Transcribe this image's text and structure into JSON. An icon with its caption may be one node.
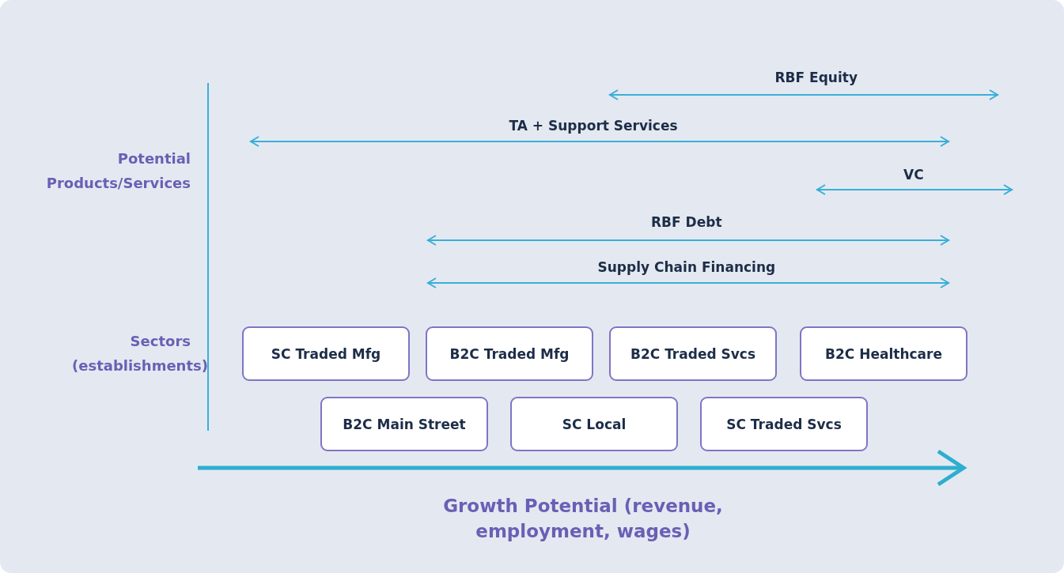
{
  "diagram": {
    "nodes": [
      {
        "text": [
          "SC Traded Mfg"
        ]
      },
      {
        "text": [
          "B2C Traded Mfg"
        ]
      },
      {
        "text": [
          "B2C Traded Svcs"
        ]
      },
      {
        "text": [
          "B2C Healthcare"
        ]
      },
      {
        "text": [
          "B2C Main Street"
        ]
      },
      {
        "text": [
          "SC Local"
        ]
      },
      {
        "text": [
          "SC Traded Svcs"
        ]
      }
    ],
    "labels": [
      "RBF Equity",
      "TA + Support Services",
      "Potential Products/Services",
      "VC",
      "RBF Debt",
      "Supply Chain Financing",
      "Sectors (establishments)",
      "Growth Potential (revenue, employment, wages)"
    ]
  }
}
